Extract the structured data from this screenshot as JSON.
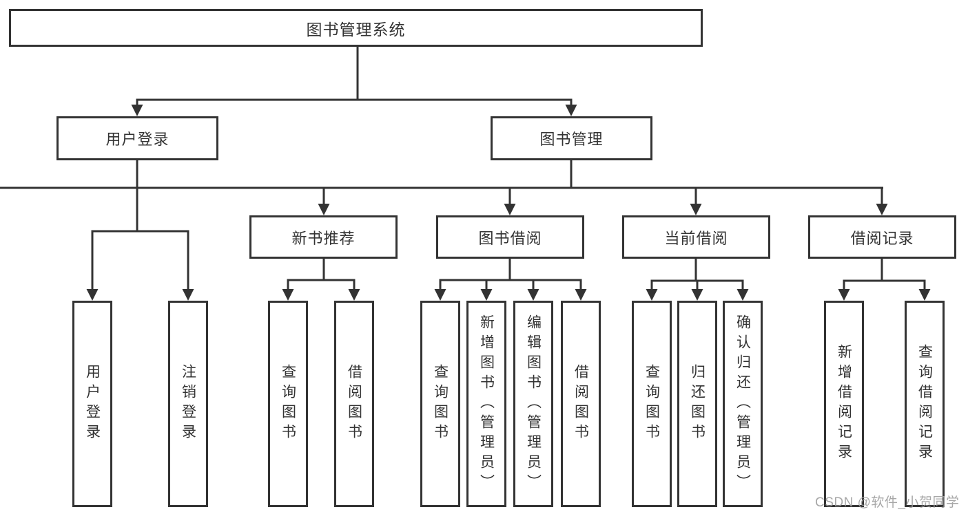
{
  "diagram": {
    "title": "图书管理系统",
    "root": {
      "label": "图书管理系统"
    },
    "level2": {
      "user_login": {
        "label": "用户登录"
      },
      "book_management": {
        "label": "图书管理"
      }
    },
    "level3": {
      "new_book_recommend": {
        "label": "新书推荐"
      },
      "book_borrow": {
        "label": "图书借阅"
      },
      "current_borrow": {
        "label": "当前借阅"
      },
      "borrow_records": {
        "label": "借阅记录"
      }
    },
    "leaves": {
      "user_login": [
        {
          "label": "用户登录"
        },
        {
          "label": "注销登录"
        }
      ],
      "new_book_recommend": [
        {
          "label": "查询图书"
        },
        {
          "label": "借阅图书"
        }
      ],
      "book_borrow": [
        {
          "label": "查询图书"
        },
        {
          "label": "新增图书（管理员）"
        },
        {
          "label": "编辑图书（管理员）"
        },
        {
          "label": "借阅图书"
        }
      ],
      "current_borrow": [
        {
          "label": "查询图书"
        },
        {
          "label": "归还图书"
        },
        {
          "label": "确认归还（管理员）"
        }
      ],
      "borrow_records": [
        {
          "label": "新增借阅记录"
        },
        {
          "label": "查询借阅记录"
        }
      ]
    }
  },
  "watermark": {
    "text": "CSDN @软件_小贺同学"
  },
  "colors": {
    "line": "#333333",
    "text": "#333333",
    "box_background": "#ffffff",
    "watermark": "#9e9e9e",
    "background": "#ffffff"
  }
}
